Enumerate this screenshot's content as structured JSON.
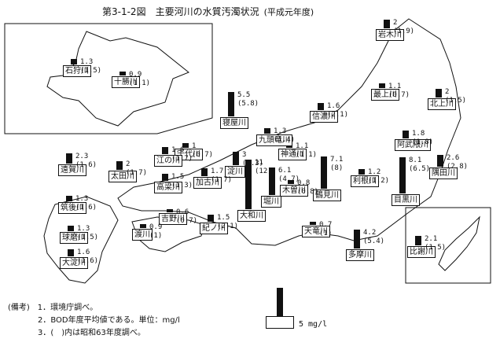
{
  "title": "第3-1-2図　主要河川の水質汚濁状況",
  "subtitle": "(平成元年度)",
  "unit_scale": "5 mg/l",
  "notes": [
    "(備考)　1．環境庁調べ。",
    "2．BOD年度平均値である。単位：mg/l",
    "3．(　)内は昭和63年度調べ。"
  ],
  "chart_data": {
    "type": "map-bar",
    "title": "主要河川の水質汚濁状況",
    "unit": "mg/l",
    "scale_bar_value": 5,
    "rivers": [
      {
        "name": "石狩川",
        "value": 1.3,
        "prev": 1.5
      },
      {
        "name": "十勝川",
        "value": 0.9,
        "prev": 1.1
      },
      {
        "name": "岩木川",
        "value": 2.0,
        "prev": 1.9
      },
      {
        "name": "最上川",
        "value": 1.1,
        "prev": 0.7
      },
      {
        "name": "北上川",
        "value": 2.0,
        "prev": 1.5
      },
      {
        "name": "阿武隈川",
        "value": 1.8,
        "prev": 1.8
      },
      {
        "name": "隅田川",
        "value": 2.6,
        "prev": 2.8
      },
      {
        "name": "利根川",
        "value": 1.2,
        "prev": 1.2
      },
      {
        "name": "目黒川",
        "value": 8.1,
        "prev": 6.5
      },
      {
        "name": "鶴見川",
        "value": 7.1,
        "prev": 8.0
      },
      {
        "name": "多摩川",
        "value": 4.2,
        "prev": 5.4
      },
      {
        "name": "比謝川",
        "value": 2.1,
        "prev": 1.5
      },
      {
        "name": "信濃川",
        "value": 1.6,
        "prev": 2.1
      },
      {
        "name": "神通川",
        "value": 1.1,
        "prev": 1.1
      },
      {
        "name": "九頭竜川",
        "value": 1.3,
        "prev": 1.4
      },
      {
        "name": "寝屋川",
        "value": 5.5,
        "prev": 5.8
      },
      {
        "name": "淀川",
        "value": 3.0,
        "prev": 3.3
      },
      {
        "name": "木曽川",
        "value": 0.8,
        "prev": 0.8
      },
      {
        "name": "天竜川",
        "value": 0.7,
        "prev": 1.0
      },
      {
        "name": "堀川",
        "value": 6.1,
        "prev": 4.7
      },
      {
        "name": "大和川",
        "value": 11,
        "prev": 12
      },
      {
        "name": "紀ノ川",
        "value": 1.5,
        "prev": 2.1
      },
      {
        "name": "加古川",
        "value": 1.7,
        "prev": 1.7
      },
      {
        "name": "千代川",
        "value": 1.0,
        "prev": 0.7
      },
      {
        "name": "江の川",
        "value": 1.6,
        "prev": 1.7
      },
      {
        "name": "高梁川",
        "value": 1.5,
        "prev": 1.3
      },
      {
        "name": "太田川",
        "value": 2.0,
        "prev": 1.7
      },
      {
        "name": "吉野川",
        "value": 0.6,
        "prev": 0.7
      },
      {
        "name": "渡川",
        "value": 0.9,
        "prev": 1.0
      },
      {
        "name": "遠賀川",
        "value": 2.3,
        "prev": 1.6
      },
      {
        "name": "筑後川",
        "value": 1.3,
        "prev": 1.6
      },
      {
        "name": "球磨川",
        "value": 1.3,
        "prev": 1.5
      },
      {
        "name": "大淀川",
        "value": 1.6,
        "prev": 1.6
      }
    ]
  }
}
